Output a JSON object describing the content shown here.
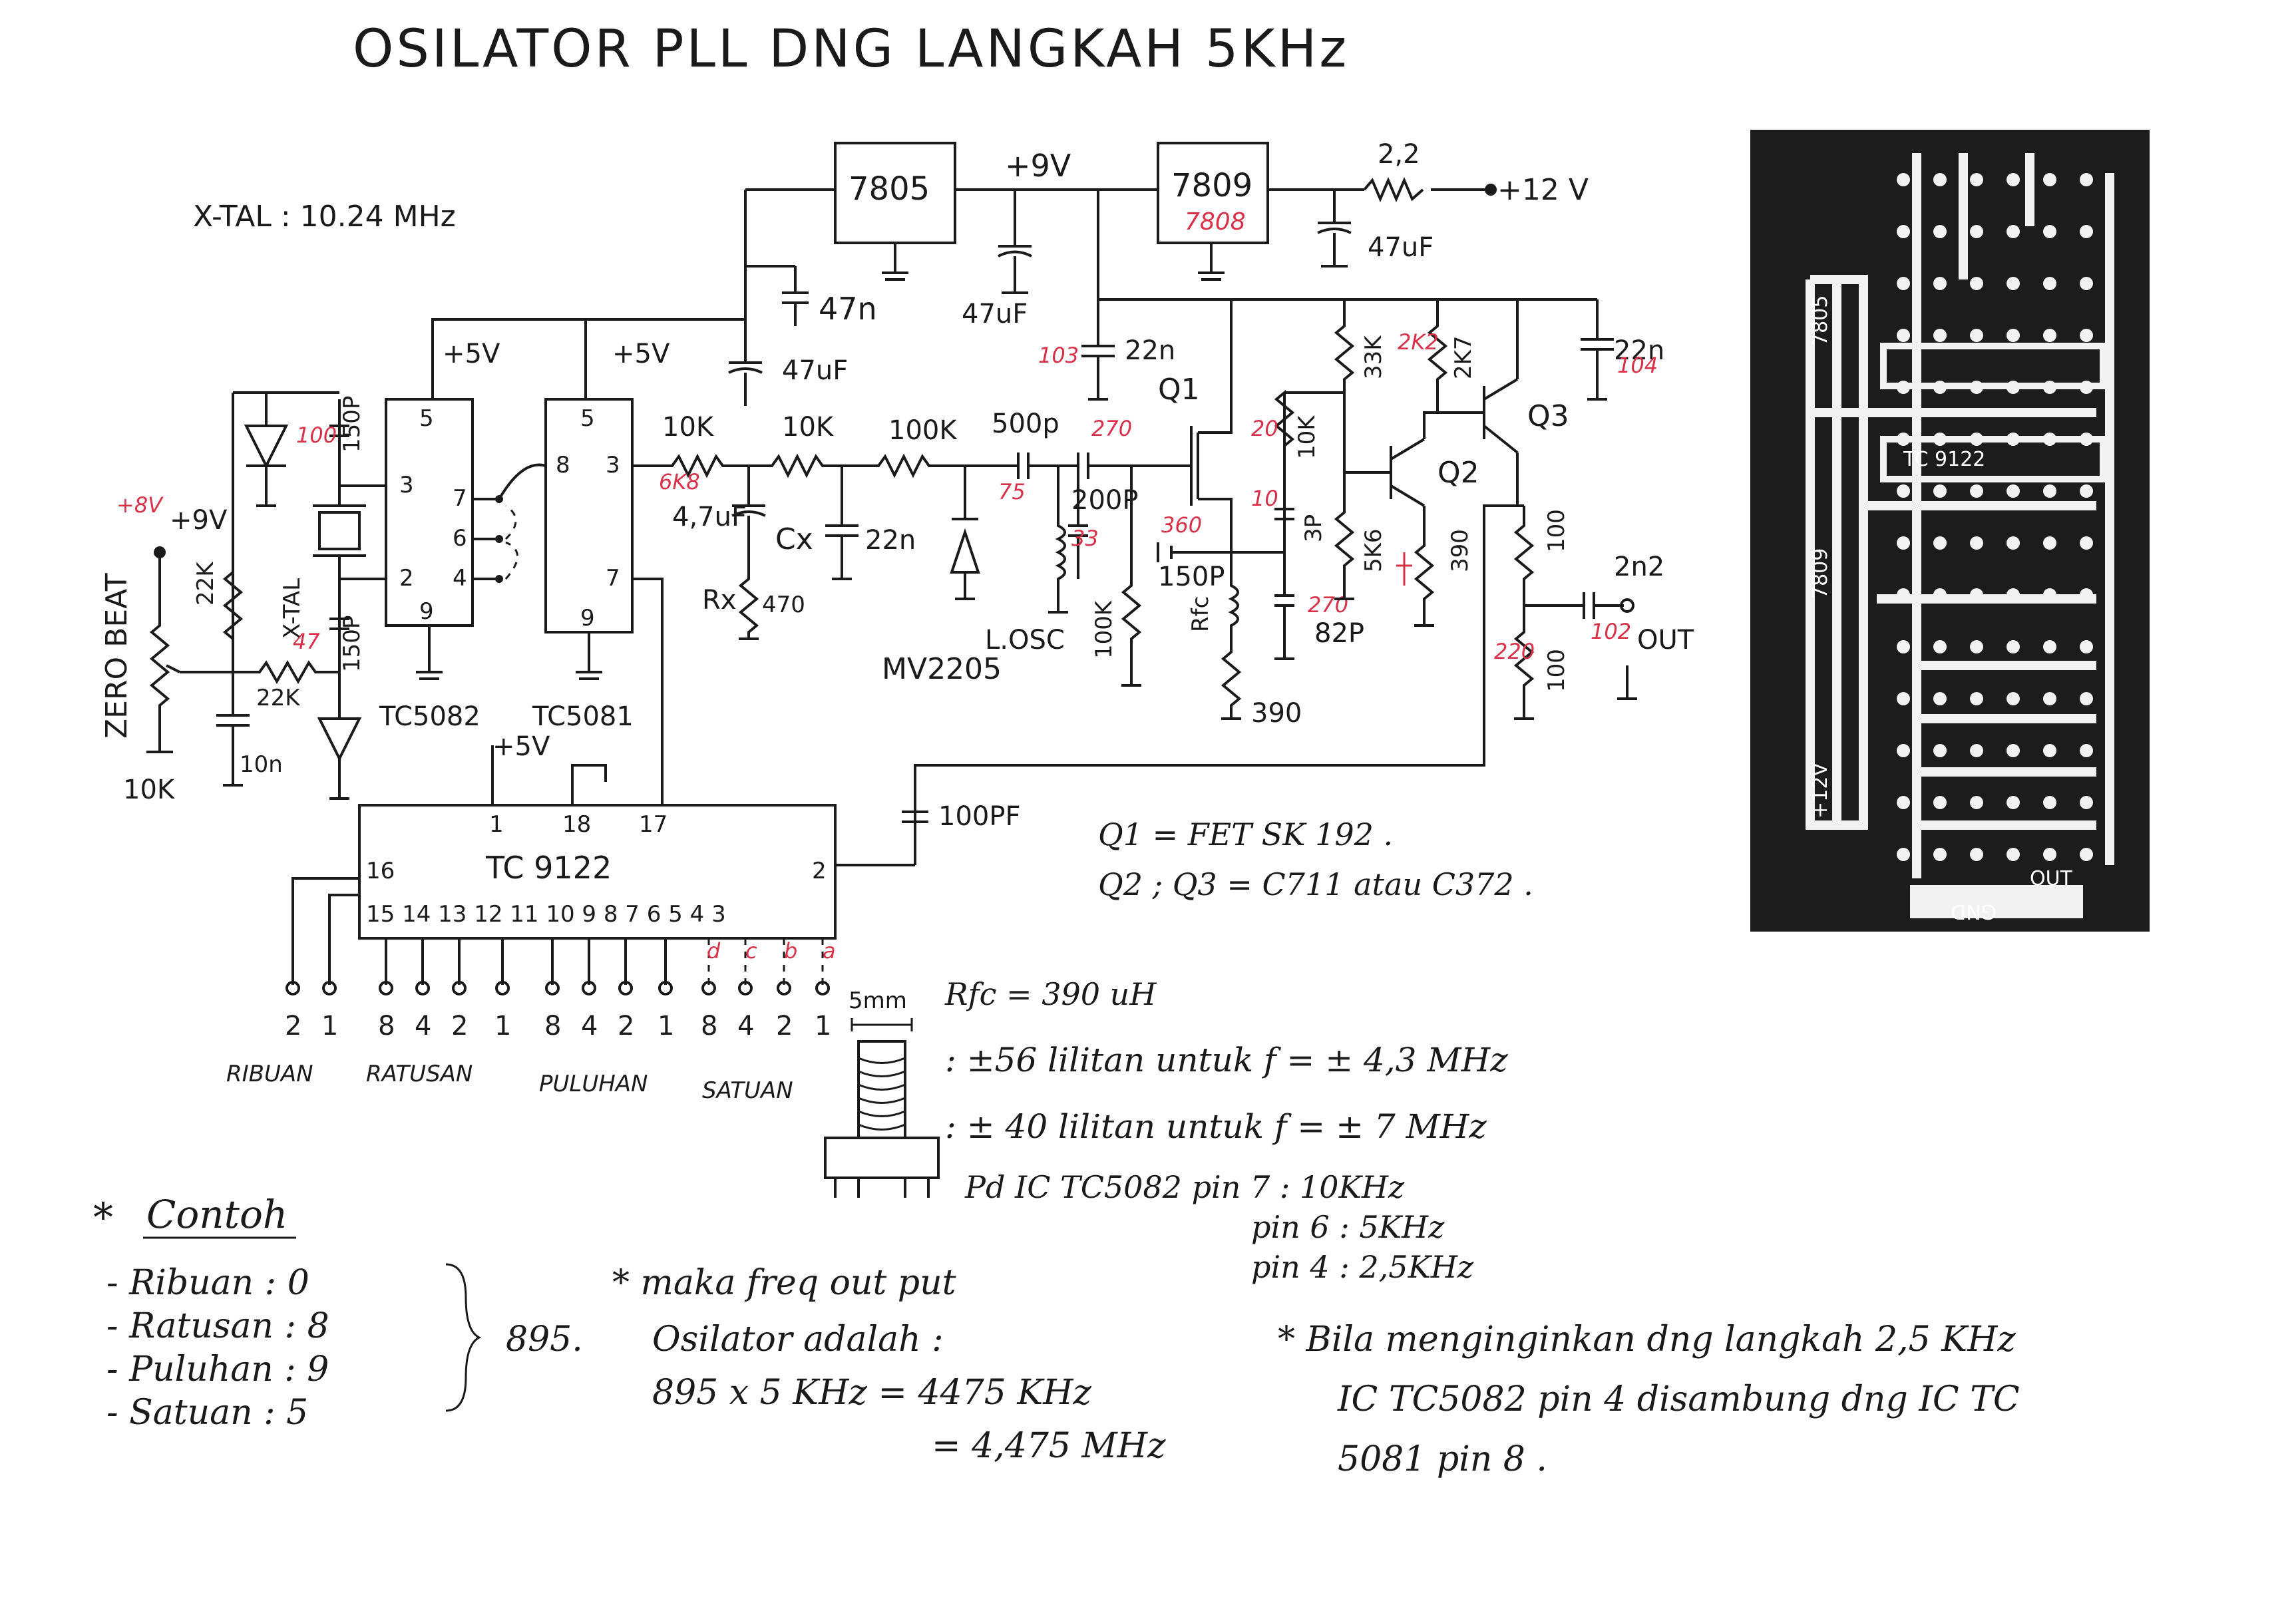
{
  "title": "OSILATOR PLL DNG LANGKAH 5KHz",
  "xtal": "X-TAL : 10.24 MHz",
  "regulators": {
    "reg1": "7805",
    "reg2": "7809",
    "reg2_red": "7808",
    "rail9": "+9V",
    "in12": "+12 V",
    "res_in": "2,2",
    "cap47uf_a": "47uF",
    "cap47n": "47n",
    "cap47uf_b": "47uF",
    "cap47uf_c": "47uF"
  },
  "ics": {
    "tc5082": "TC5082",
    "tc5081": "TC5081",
    "tc9122": "TC 9122",
    "plus5_a": "+5V",
    "plus5_b": "+5V",
    "plus5_c": "+5V"
  },
  "pins": {
    "u1_5": "5",
    "u1_3": "3",
    "u1_2": "2",
    "u1_9": "9",
    "u1_7": "7",
    "u1_6": "6",
    "u1_4": "4",
    "u2_5": "5",
    "u2_8": "8",
    "u2_3": "3",
    "u2_7": "7",
    "u2_9": "9",
    "u3_1": "1",
    "u3_18": "18",
    "u3_17": "17",
    "u3_16": "16",
    "u3_2": "2",
    "u3_row": "15 14 13 12 11   10 9 8 7   6 5 4 3"
  },
  "components": {
    "r10k_a": "10K",
    "r10k_b": "10K",
    "r100k": "100K",
    "c500p": "500p",
    "c47uf_cx": "4,7uF",
    "cx": "Cx",
    "rx": "Rx",
    "r470": "470",
    "c22n_a": "22n",
    "mv2205": "MV2205",
    "losc": "L.OSC",
    "r100k_b": "100K",
    "c200p": "200P",
    "c150p_a": "150P",
    "rfc": "Rfc",
    "r390_a": "390",
    "c22n_b": "22n",
    "c22n_c": "22n",
    "q1": "Q1",
    "q2": "Q2",
    "q3": "Q3",
    "r10k_c": "10K",
    "c3p": "3P",
    "c82p": "82P",
    "r33k": "33K",
    "r2k7": "2K7",
    "r5k6": "5K6",
    "r390_b": "390",
    "r100_a": "100",
    "r100_b": "100",
    "c2n2": "2n2",
    "out": "OUT",
    "c100pf": "100PF",
    "zero_beat": "ZERO BEAT",
    "plus9": "+9V",
    "r22k_a": "22K",
    "r22k_b": "22K",
    "pot10k": "10K",
    "c10n": "10n",
    "c150p_b": "150P",
    "c150p_c": "150P",
    "xtal_lbl": "X-TAL"
  },
  "red_marks": {
    "plus8v": "+8V",
    "m100": "100",
    "m47": "47",
    "m6k8": "6K8",
    "m75": "75",
    "m270_a": "270",
    "m33": "33",
    "m360": "360",
    "m20": "20",
    "m10": "10",
    "m270_b": "270",
    "m2k2": "2K2",
    "m220": "220",
    "m102": "102",
    "m104": "104",
    "m103": "103"
  },
  "bcd": {
    "numbers": [
      "2",
      "1",
      "8",
      "4",
      "2",
      "1",
      "8",
      "4",
      "2",
      "1",
      "8",
      "4",
      "2",
      "1"
    ],
    "groups": [
      "RIBUAN",
      "RATUSAN",
      "PULUHAN",
      "SATUAN"
    ],
    "red_letters": [
      "d",
      "c",
      "b",
      "a"
    ]
  },
  "notes": {
    "q1": "Q1 = FET SK 192 .",
    "q23": "Q2 ; Q3 = C711 atau C372 .",
    "rfc": "Rfc = 390 uH",
    "smm": "5mm",
    "coil56": ": ±56 lilitan untuk f = ± 4,3 MHz",
    "coil40": ": ± 40 lilitan untuk f = ± 7 MHz",
    "pin7": "Pd IC TC5082  pin 7 : 10KHz",
    "pin6": "pin 6 : 5KHz",
    "pin4": "pin 4 : 2,5KHz",
    "contoh": "Contoh",
    "ribuan": "- Ribuan   : 0",
    "ratusan": "- Ratusan  : 8",
    "puluhan": "- Puluhan : 9",
    "satuan": "- Satuan   : 5",
    "sum895": "895.",
    "maka1": "* maka freq out put",
    "maka2": "Osilator adalah :",
    "calc1": "895 x 5 KHz = 4475 KHz",
    "calc2": "= 4,475 MHz",
    "bila1": "* Bila menginginkan dng langkah 2,5 KHz",
    "bila2": "IC TC5082 pin 4 disambung dng IC TC",
    "bila3": "5081 pin 8 ."
  },
  "pcb": {
    "labels": [
      "7805",
      "TC 9122",
      "7809",
      "+12V",
      "OUT",
      "GND"
    ],
    "colors": {
      "board": "#1c1c1c",
      "trace": "#f2f2f2"
    }
  }
}
